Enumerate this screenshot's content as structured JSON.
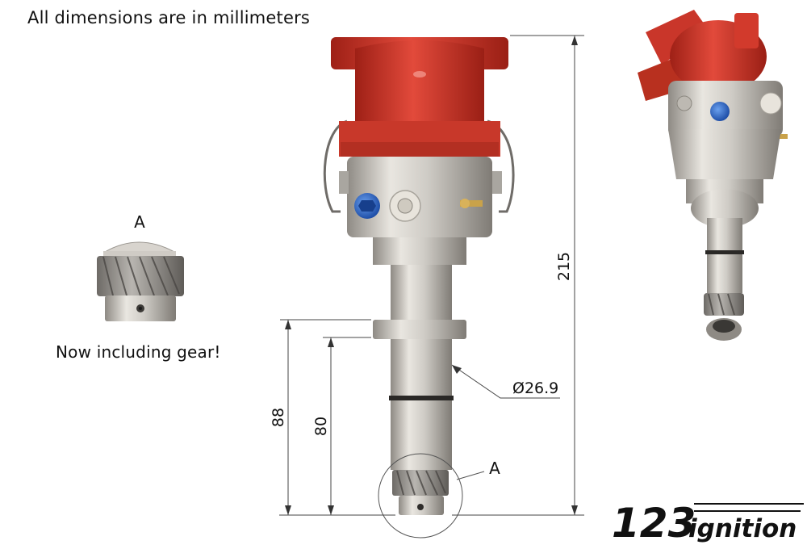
{
  "header": {
    "note": "All dimensions are in millimeters"
  },
  "detail": {
    "label": "A",
    "caption": "Now including gear!"
  },
  "dimensions": {
    "overall_height": "215",
    "shaft_length_outer": "88",
    "shaft_length_inner": "80",
    "shaft_diameter": "Ø26.9",
    "detail_callout": "A"
  },
  "logo": {
    "text": "123ignition",
    "number_part": "123",
    "word_part": "ignition"
  },
  "colors": {
    "cap_red": "#d23a2c",
    "steel": "#c9c6c0",
    "blue_bolt": "#2f6fd0",
    "line": "#222222"
  }
}
